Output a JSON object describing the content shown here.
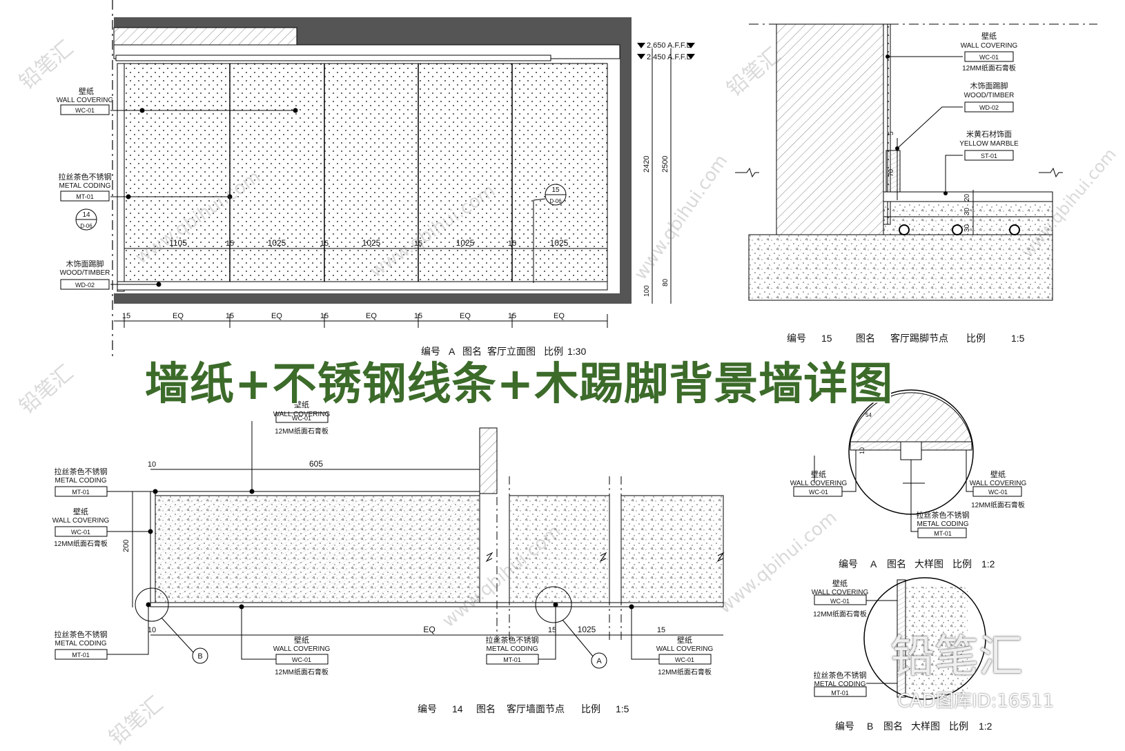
{
  "main_title": "墙纸+不锈钢线条+木踢脚背景墙详图",
  "watermark": {
    "brand": "铅笔汇",
    "site": "www.qbihui.com",
    "library_id": "CAD图库ID:16511"
  },
  "tags": {
    "wc_cn": "壁纸",
    "wc_en": "WALL COVERING",
    "wc_code": "WC-01",
    "wc_note": "12MM纸面石膏板",
    "mt_cn": "拉丝茶色不锈钢",
    "mt_en": "METAL CODING",
    "mt_code": "MT-01",
    "wd_cn": "木饰面踢脚",
    "wd_en": "WOOD/TIMBER",
    "wd_code": "WD-02",
    "st_cn": "米黄石材饰面",
    "st_en": "YELLOW MARBLE",
    "st_code": "ST-01"
  },
  "elevation": {
    "levels": [
      "2.650 A.F.F.L",
      "2.450 A.F.F.L"
    ],
    "dims_top": [
      "1105",
      "15",
      "1025",
      "15",
      "1025",
      "15",
      "1025",
      "15",
      "1025"
    ],
    "dims_bottom": [
      "15",
      "EQ",
      "15",
      "EQ",
      "15",
      "EQ",
      "15",
      "EQ",
      "15",
      "EQ"
    ],
    "dims_vertical": [
      "2420",
      "2500",
      "80",
      "100"
    ],
    "callout_14": {
      "num": "14",
      "ref": "D-06"
    },
    "callout_15": {
      "num": "15",
      "ref": "D-06"
    },
    "caption": {
      "no_label": "编号",
      "no": "A",
      "name_label": "图名",
      "name": "客厅立面图",
      "scale_label": "比例",
      "scale": "1:30"
    }
  },
  "skirting": {
    "dims": [
      "5",
      "70",
      "20",
      "30",
      "30"
    ],
    "caption": {
      "no_label": "编号",
      "no": "15",
      "name_label": "图名",
      "name": "客厅踢脚节点",
      "scale_label": "比例",
      "scale": "1:5"
    }
  },
  "section": {
    "dims": [
      "10",
      "605",
      "200",
      "10",
      "EQ",
      "15",
      "1025",
      "15"
    ],
    "callout_a": "A",
    "callout_b": "B",
    "caption": {
      "no_label": "编号",
      "no": "14",
      "name_label": "图名",
      "name": "客厅墙面节点",
      "scale_label": "比例",
      "scale": "1:5"
    }
  },
  "detail_a": {
    "dims": [
      "54",
      "10"
    ],
    "caption": {
      "no_label": "编号",
      "no": "A",
      "name_label": "图名",
      "name": "大样图",
      "scale_label": "比例",
      "scale": "1:2"
    }
  },
  "detail_b": {
    "caption": {
      "no_label": "编号",
      "no": "B",
      "name_label": "图名",
      "name": "大样图",
      "scale_label": "比例",
      "scale": "1:2"
    }
  }
}
